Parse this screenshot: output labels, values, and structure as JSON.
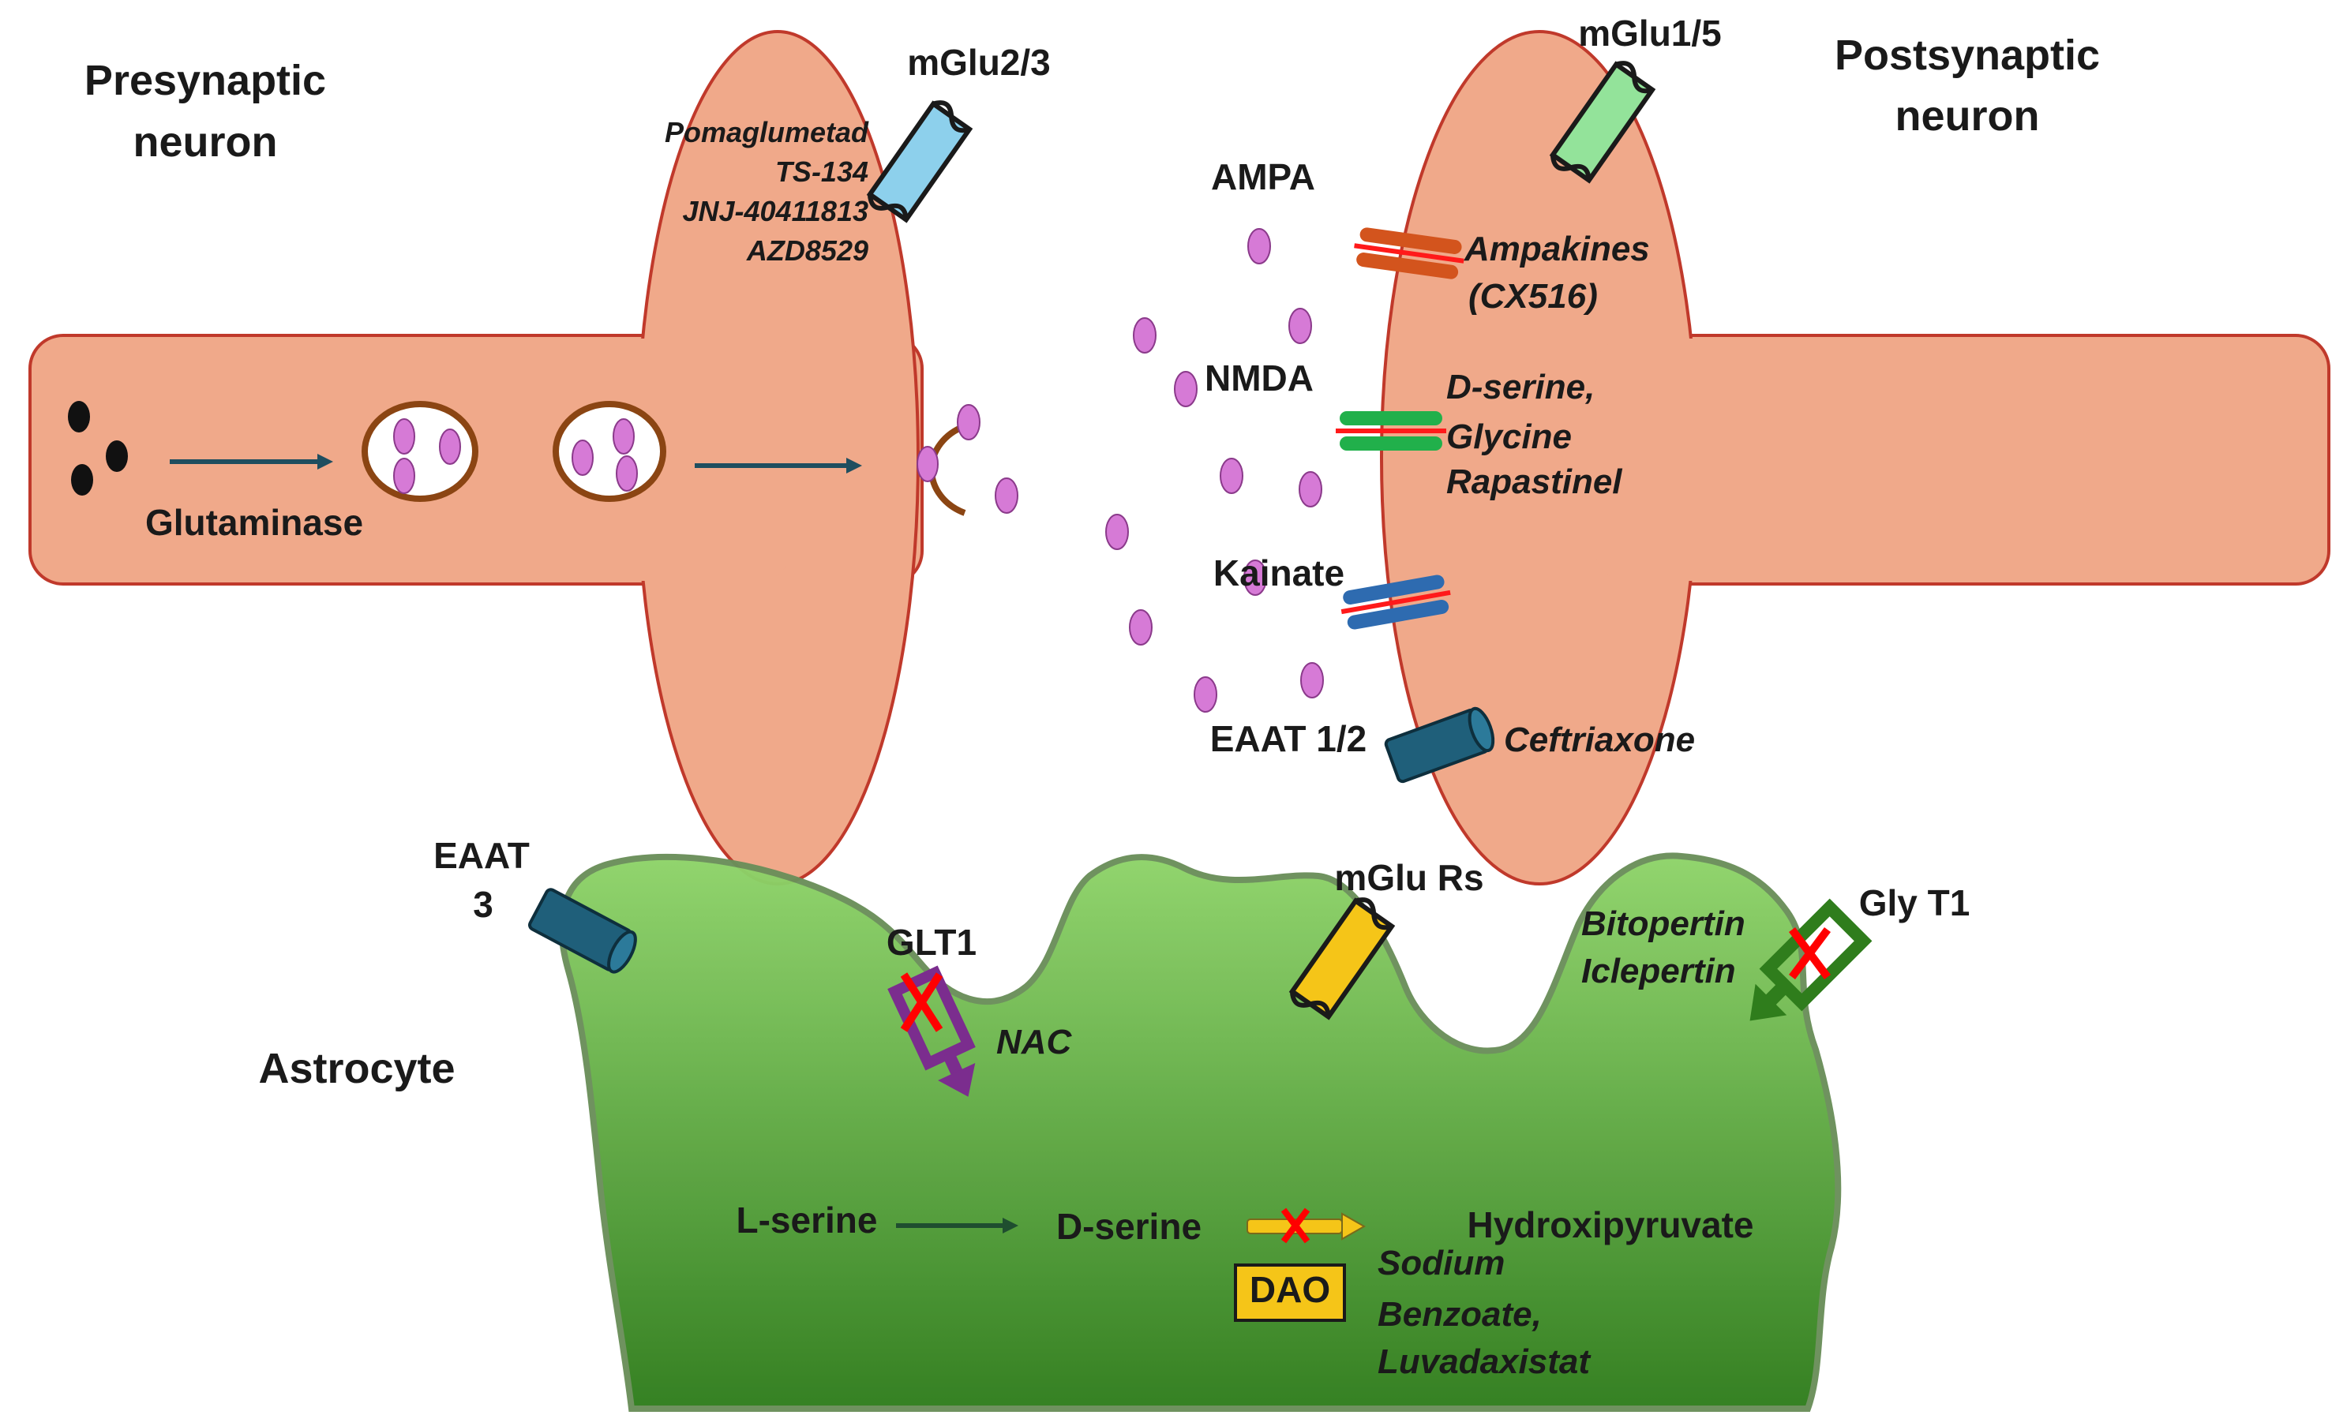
{
  "labels": {
    "presynaptic": [
      "Presynaptic",
      "neuron"
    ],
    "postsynaptic": [
      "Postsynaptic",
      "neuron"
    ],
    "astrocyte": "Astrocyte",
    "glutaminase": "Glutaminase",
    "mglu23": "mGlu2/3",
    "mglu15": "mGlu1/5",
    "ampa": "AMPA",
    "nmda": "NMDA",
    "kainate": "Kainate",
    "eaat12": "EAAT 1/2",
    "eaat3": [
      "EAAT",
      "3"
    ],
    "glt1": "GLT1",
    "mglurs": "mGlu Rs",
    "glyt1": "Gly T1",
    "lserine": "L-serine",
    "dserine": "D-serine",
    "hydroxipyruvate": "Hydroxipyruvate",
    "dao": "DAO"
  },
  "drugs": {
    "mglu23": [
      "Pomaglumetad",
      "TS-134",
      "JNJ-40411813",
      "AZD8529"
    ],
    "ampa": [
      "Ampakines",
      "(CX516)"
    ],
    "nmda": [
      "D-serine,",
      "Glycine",
      "Rapastinel"
    ],
    "eaat12": "Ceftriaxone",
    "glt1": "NAC",
    "glyt1": [
      "Bitopertin",
      "Iclepertin"
    ],
    "dao": [
      "Sodium",
      "Benzoate,",
      "Luvadaxistat"
    ]
  },
  "colors": {
    "neuron_fill": "#f0a98a",
    "neuron_stroke": "#c0392b",
    "astrocyte_light": "#8fd46a",
    "astrocyte_dark": "#2f7d1c",
    "glutamate": "#d67ad6",
    "mglu23_receptor": "#8dd0ec",
    "mglu15_receptor": "#93e39a",
    "mglurs_receptor": "#f5c518",
    "ampa_channel": "#d3541d",
    "nmda_channel": "#21b04b",
    "kainate_channel": "#2e6bb0",
    "transporter": "#1f5f7a",
    "glt1": "#7b2d8e",
    "glyt1": "#2f7d1c",
    "inhibition_mark": "#ff0000",
    "dao_box": "#f5c518"
  }
}
